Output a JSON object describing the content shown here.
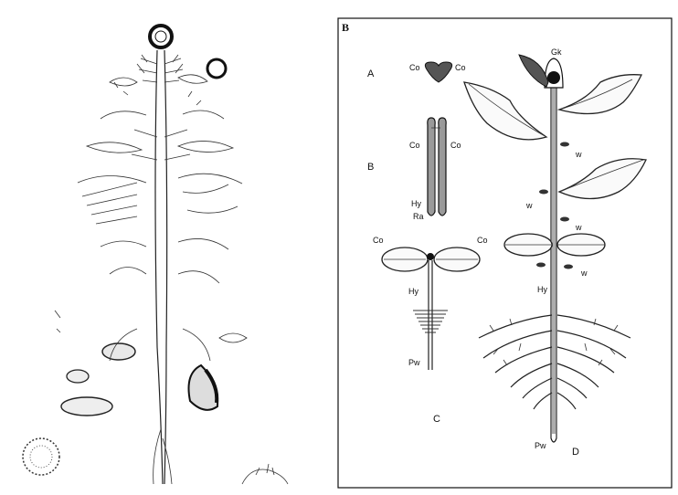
{
  "right_panel": {
    "corner_label": "B",
    "stage_labels": {
      "a": "A",
      "b": "B",
      "c": "C",
      "d": "D"
    },
    "labels": {
      "co": "Co",
      "hy": "Hy",
      "ra": "Ra",
      "pw": "Pw",
      "gk": "Gk",
      "w": "w"
    }
  }
}
